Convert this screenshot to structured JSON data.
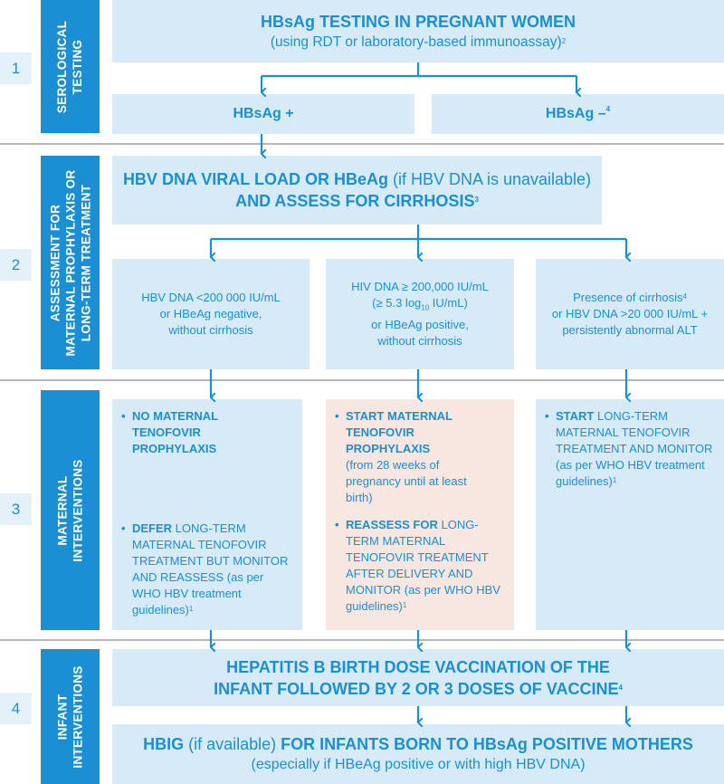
{
  "rows": [
    {
      "number": "1",
      "label_lines": [
        "SEROLOGICAL",
        "TESTING"
      ]
    },
    {
      "number": "2",
      "label_lines": [
        "ASSESSMENT FOR",
        "MATERNAL PROPHYLAXIS OR",
        "LONG-TERM TREATMENT"
      ]
    },
    {
      "number": "3",
      "label_lines": [
        "MATERNAL",
        "INTERVENTIONS"
      ]
    },
    {
      "number": "4",
      "label_lines": [
        "INFANT",
        "INTERVENTIONS"
      ]
    }
  ],
  "testing": {
    "title": "HBsAg TESTING IN PREGNANT WOMEN",
    "subtitle": "(using RDT or laboratory-based immunoassay)",
    "subtitle_sup": "2",
    "positive": "HBsAg +",
    "negative": "HBsAg –",
    "negative_sup": "4"
  },
  "assessment": {
    "line1_bold": "HBV DNA VIRAL LOAD OR HBeAg",
    "line1_normal": " (if HBV DNA is unavailable)",
    "line2_bold": "AND ASSESS FOR CIRRHOSIS",
    "line2_sup": "3"
  },
  "criteria": {
    "left": [
      "HBV DNA <200 000 IU/mL",
      "or HBeAg negative,",
      "without cirrhosis"
    ],
    "middle": {
      "l1": "HIV DNA ≥ 200,000 IU/mL",
      "l2_a": "(≥ 5.3 log",
      "l2_sub": "10",
      "l2_b": " IU/mL)",
      "l3": "or HBeAg positive,",
      "l4": "without cirrhosis"
    },
    "right": {
      "l1": "Presence of cirrhosis",
      "l1_sup": "4",
      "l2": "or HBV DNA >20 000 IU/mL +",
      "l3": "persistently abnormal ALT"
    }
  },
  "interventions": {
    "left": {
      "item1_bold": "NO MATERNAL TENOFOVIR PROPHYLAXIS",
      "item2_bold": "DEFER",
      "item2_text": " LONG-TERM MATERNAL TENOFOVIR TREATMENT BUT MONITOR AND REASSESS",
      "item2_note": " (as per WHO HBV treatment guidelines)",
      "item2_sup": "1"
    },
    "middle": {
      "item1_bold": "START MATERNAL TENOFOVIR PROPHYLAXIS",
      "item1_note": "(from 28 weeks of pregnancy until at least birth)",
      "item2_bold": "REASSESS FOR",
      "item2_text": " LONG-TERM MATERNAL TENOFOVIR TREATMENT AFTER DELIVERY AND MONITOR",
      "item2_note": " (as per WHO HBV guidelines)",
      "item2_sup": "1"
    },
    "right": {
      "item1_bold": "START",
      "item1_text": " LONG-TERM MATERNAL TENOFOVIR TREATMENT AND MONITOR",
      "item1_note": " (as per WHO HBV treatment guidelines)",
      "item1_sup": "1"
    }
  },
  "infant": {
    "vaccine_line1": "HEPATITIS B BIRTH DOSE VACCINATION OF THE",
    "vaccine_line2": "INFANT FOLLOWED BY 2 OR 3 DOSES OF VACCINE",
    "vaccine_sup": "4",
    "hbig_bold": "HBIG",
    "hbig_normal": " (if available) ",
    "hbig_bold2": "FOR INFANTS BORN TO HBsAg POSITIVE MOTHERS",
    "hbig_line2": "(especially if HBeAg positive or with high HBV DNA)"
  },
  "colors": {
    "accent": "#1a8fd4",
    "box": "#d7eaf7",
    "highlight_box": "#f8e6e0",
    "number_box": "#e4f1fa",
    "separator": "#b7b7b7"
  }
}
